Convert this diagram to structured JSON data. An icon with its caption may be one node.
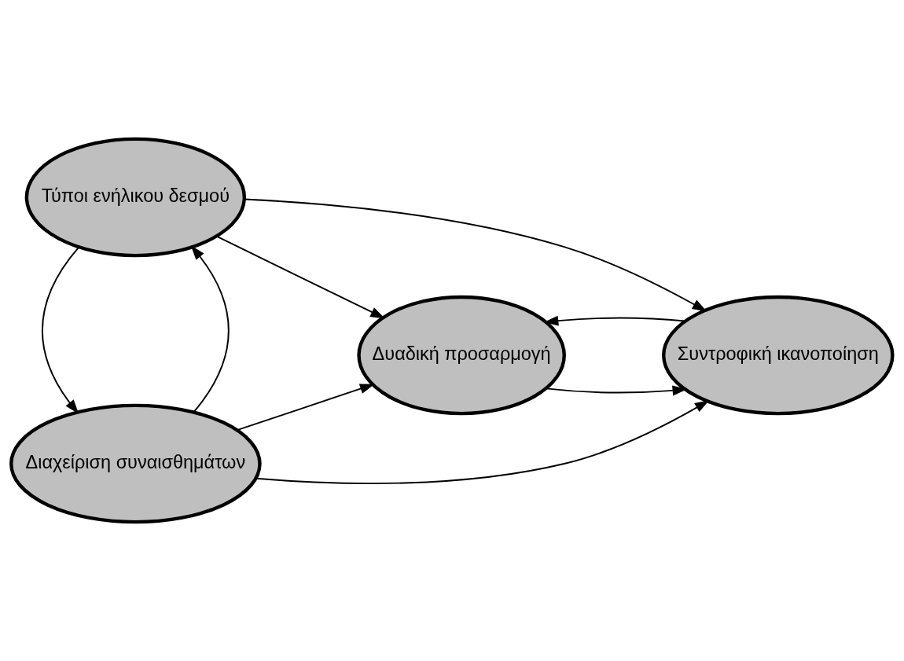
{
  "diagram": {
    "nodes": [
      {
        "text": [
          "Τύποι ενήλικου δεσμού"
        ]
      },
      {
        "text": [
          "Δυαδική προσαρμογή"
        ]
      },
      {
        "text": [
          "Συντροφική ικανοποίηση"
        ]
      },
      {
        "text": [
          "Διαχείριση συναισθημάτων"
        ]
      }
    ],
    "edges": [
      {
        "from": 0,
        "to": 2,
        "arrow": "to"
      },
      {
        "from": 0,
        "to": 1,
        "arrow": "to"
      },
      {
        "from": 3,
        "to": 0,
        "arrow": "to"
      },
      {
        "from": 0,
        "to": 3,
        "arrow": "to"
      },
      {
        "from": 2,
        "to": 1,
        "arrow": "to"
      },
      {
        "from": 1,
        "to": 2,
        "arrow": "to"
      },
      {
        "from": 3,
        "to": 1,
        "arrow": "to"
      },
      {
        "from": 3,
        "to": 2,
        "arrow": "to"
      }
    ]
  }
}
